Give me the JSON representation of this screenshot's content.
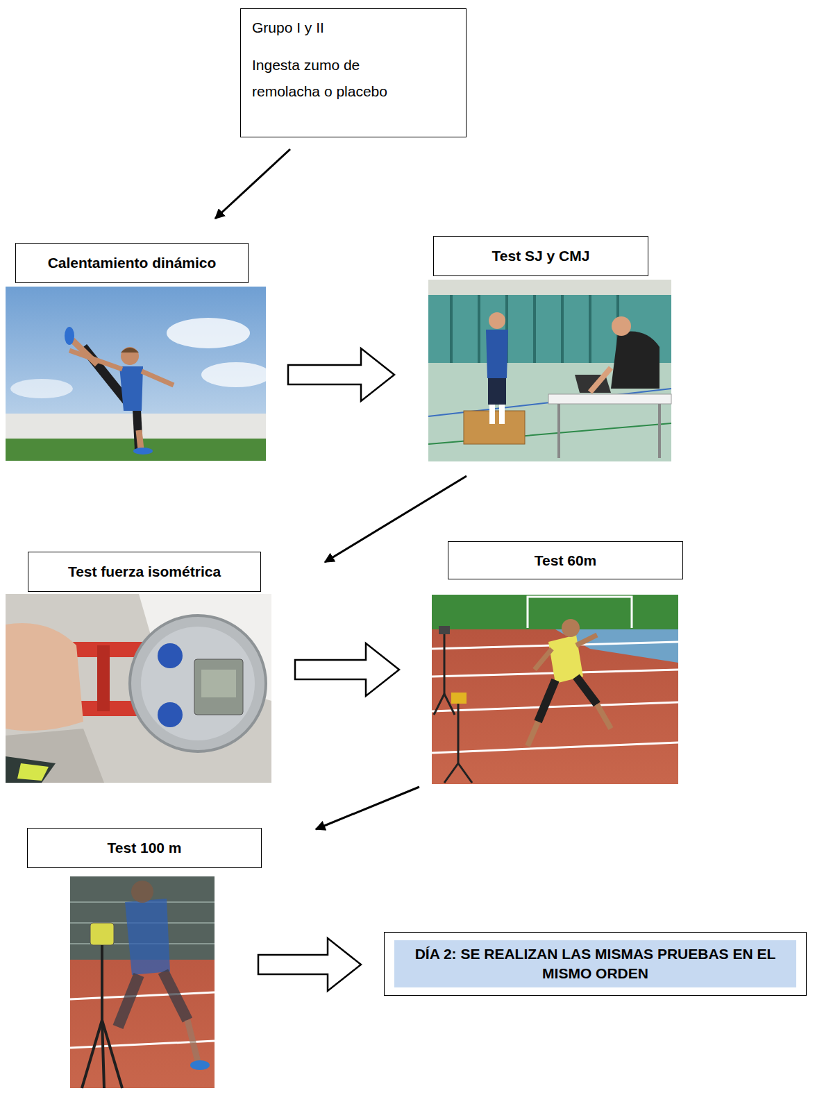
{
  "diagram": {
    "nodes": [
      {
        "text": [
          "Grupo I y II",
          "Ingesta zumo de remolacha o placebo"
        ]
      },
      {
        "text": [
          "Calentamiento dinámico"
        ]
      },
      {
        "text": [
          "Test SJ y CMJ"
        ]
      },
      {
        "text": [
          "Test fuerza isométrica"
        ]
      },
      {
        "text": [
          "Test 60m"
        ]
      },
      {
        "text": [
          "Test 100 m"
        ]
      },
      {
        "text": [
          "DÍA 2: SE REALIZAN LAS MISMAS PRUEBAS EN EL MISMO ORDEN"
        ]
      }
    ],
    "edges": [
      {
        "from": 0,
        "to": 1,
        "arrow": "to"
      },
      {
        "from": 1,
        "to": 2,
        "arrow": "to"
      },
      {
        "from": 2,
        "to": 3,
        "arrow": "to"
      },
      {
        "from": 3,
        "to": 4,
        "arrow": "to"
      },
      {
        "from": 4,
        "to": 5,
        "arrow": "to"
      },
      {
        "from": 5,
        "to": 6,
        "arrow": "to"
      }
    ]
  }
}
